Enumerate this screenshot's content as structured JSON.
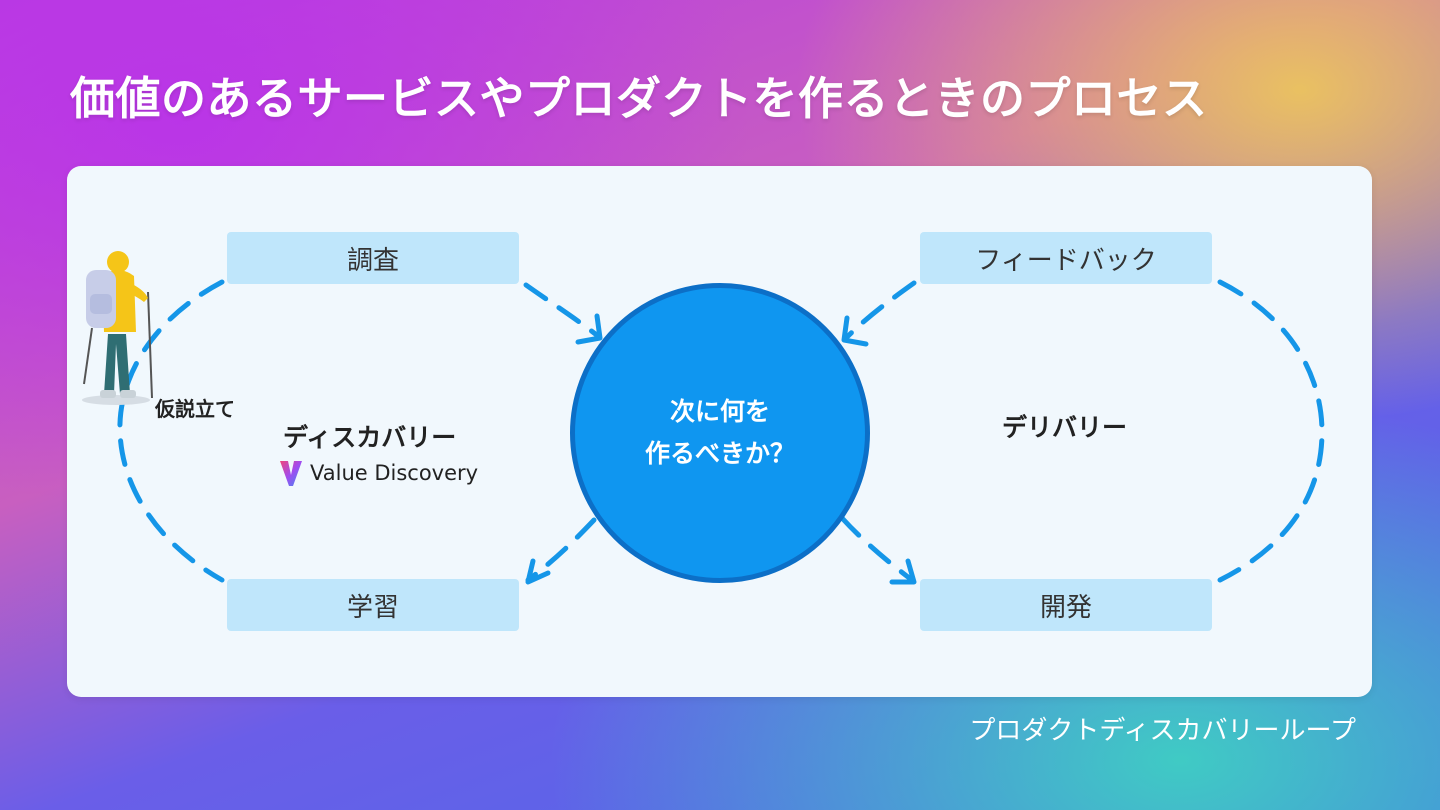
{
  "header": {
    "title": "価値のあるサービスやプロダクトを作るときのプロセス"
  },
  "diagram": {
    "hub": {
      "line1": "次に何を",
      "line2": "作るべきか？"
    },
    "discovery": {
      "label": "ディスカバリー",
      "hypothesis": "仮説立て",
      "brand": "Value Discovery",
      "steps": {
        "research": "調査",
        "learning": "学習"
      }
    },
    "delivery": {
      "label": "デリバリー",
      "steps": {
        "feedback": "フィードバック",
        "development": "開発"
      }
    },
    "caption": "プロダクトディスカバリーループ"
  },
  "colors": {
    "hub_fill": "#0f96f0",
    "hub_border": "#0c6fc7",
    "step_fill": "#bfe6fb",
    "loop_stroke": "#1596e8",
    "panel": "#f1f8fd"
  }
}
